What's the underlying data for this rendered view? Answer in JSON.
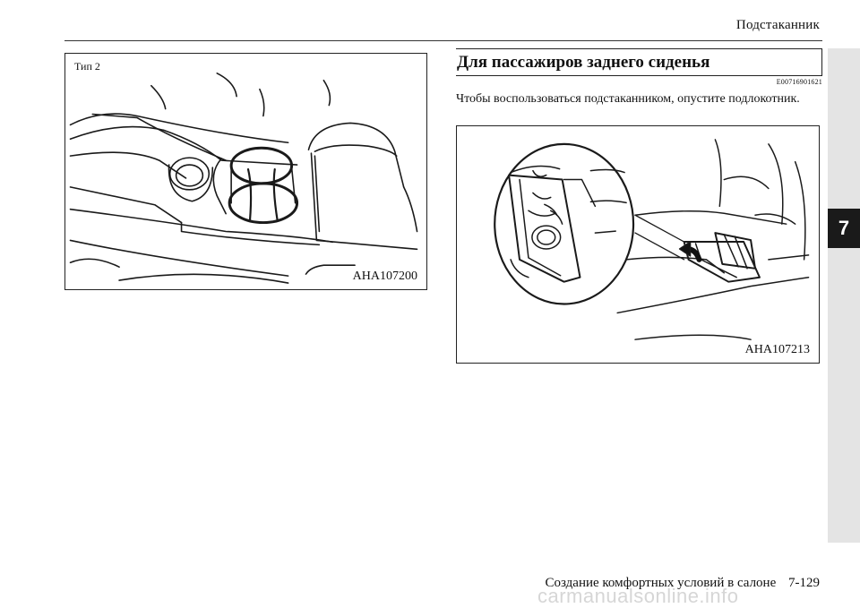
{
  "header": {
    "title": "Подстаканник"
  },
  "chapter_tab": {
    "number": "7"
  },
  "figure_left": {
    "type_label": "Тип 2",
    "code": "AHA107200"
  },
  "section": {
    "title": "Для пассажиров заднего сиденья",
    "code": "E00716901621",
    "text": "Чтобы воспользоваться подстаканником, опустите подлокотник."
  },
  "figure_right": {
    "code": "AHA107213"
  },
  "footer": {
    "section": "Создание комфортных условий в салоне",
    "page": "7-129"
  },
  "watermark": "carmanualsonline.info"
}
